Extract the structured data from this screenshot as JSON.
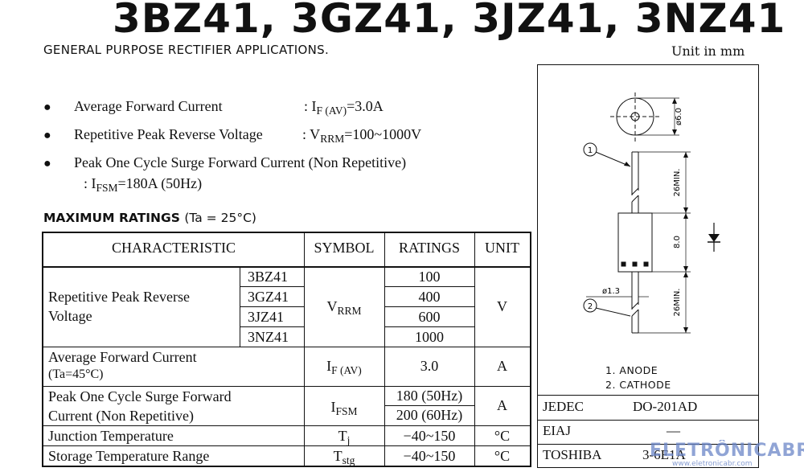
{
  "title": "3BZ41, 3GZ41, 3JZ41, 3NZ41",
  "subtitle": "GENERAL PURPOSE RECTIFIER APPLICATIONS.",
  "unit_note": "Unit in mm",
  "features": [
    {
      "label": "Average Forward Current",
      "sep": ": I",
      "sub": "F (AV)",
      "value": "=3.0A"
    },
    {
      "label": "Repetitive Peak Reverse Voltage",
      "sep": ": V",
      "sub": "RRM",
      "value": "=100~1000V"
    },
    {
      "label": "Peak One Cycle Surge Forward Current (Non Repetitive)",
      "line2_prefix": ": I",
      "sub": "FSM",
      "value": "=180A (50Hz)"
    }
  ],
  "max_ratings": {
    "heading": "MAXIMUM RATINGS",
    "condition": "(Ta = 25°C)"
  },
  "table": {
    "headers": [
      "CHARACTERISTIC",
      "SYMBOL",
      "RATINGS",
      "UNIT"
    ],
    "vrrm": {
      "characteristic_line1": "Repetitive Peak Reverse",
      "characteristic_line2": "Voltage",
      "types": [
        "3BZ41",
        "3GZ41",
        "3JZ41",
        "3NZ41"
      ],
      "ratings": [
        "100",
        "400",
        "600",
        "1000"
      ],
      "symbol": "V",
      "symbol_sub": "RRM",
      "unit": "V"
    },
    "ifav": {
      "line1": "Average Forward Current",
      "line2": "(Ta=45°C)",
      "symbol": "I",
      "symbol_sub": "F (AV)",
      "rating": "3.0",
      "unit": "A"
    },
    "ifsm": {
      "line1": "Peak One Cycle Surge Forward",
      "line2": "Current (Non Repetitive)",
      "symbol": "I",
      "symbol_sub": "FSM",
      "rating_1": "180 (50Hz)",
      "rating_2": "200 (60Hz)",
      "unit": "A"
    },
    "tj": {
      "label": "Junction Temperature",
      "symbol": "T",
      "symbol_sub": "j",
      "rating": "−40~150",
      "unit": "°C"
    },
    "tstg": {
      "label": "Storage Temperature Range",
      "symbol": "T",
      "symbol_sub": "stg",
      "rating": "−40~150",
      "unit": "°C"
    }
  },
  "drawing": {
    "dim_diameter_body": "ø6.0",
    "dim_lead_top": "26MIN.",
    "dim_body": "8.0",
    "dim_lead_dia": "ø1.3",
    "dim_lead_bottom": "26MIN.",
    "marker_1": "1",
    "marker_2": "2",
    "legend_1": "1.   ANODE",
    "legend_2": "2.   CATHODE"
  },
  "package_info": [
    {
      "label": "JEDEC",
      "value": "DO-201AD"
    },
    {
      "label": "EIAJ",
      "value": "—"
    },
    {
      "label": "TOSHIBA",
      "value": "3-6E1A"
    }
  ],
  "watermark": {
    "text": "ELETRÔNICABR",
    "url": "www.eletronicabr.com"
  }
}
